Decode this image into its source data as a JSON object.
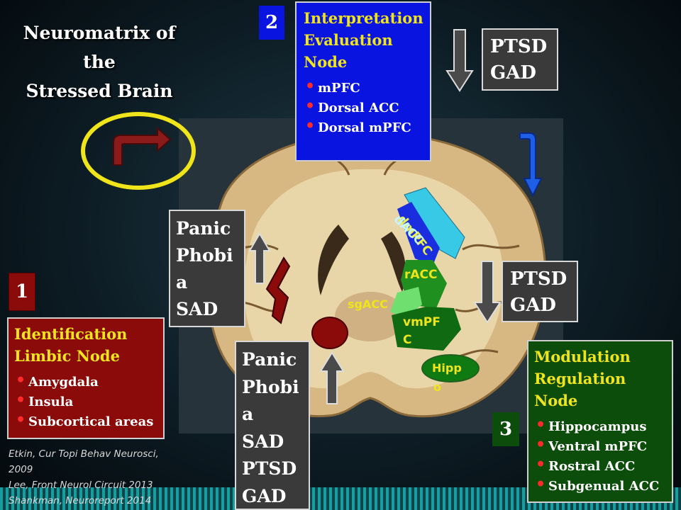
{
  "title": {
    "line1": "Neuromatrix of",
    "line2": "the",
    "line3": "Stressed Brain"
  },
  "node1": {
    "number": "1",
    "heading1": "Identification",
    "heading2": "Limbic Node",
    "items": [
      "Amygdala",
      "Insula",
      "Subcortical areas"
    ]
  },
  "node2": {
    "number": "2",
    "heading1": "Interpretation",
    "heading2": "Evaluation",
    "heading3": "Node",
    "items": [
      "mPFC",
      "Dorsal ACC",
      "Dorsal mPFC"
    ]
  },
  "node3": {
    "number": "3",
    "heading1": "Modulation",
    "heading2": "Regulation",
    "heading3": "Node",
    "items": [
      "Hippocampus",
      "Ventral mPFC",
      "Rostral ACC",
      "Subgenual ACC"
    ]
  },
  "label_top_right": {
    "line1": "PTSD",
    "line2": "GAD"
  },
  "label_mid_right": {
    "line1": "PTSD",
    "line2": "GAD"
  },
  "label_left": {
    "line1": "Panic",
    "line2": "Phobi",
    "line3": "a",
    "line4": "SAD"
  },
  "label_bottom": {
    "line1": "Panic",
    "line2": "Phobi",
    "line3": "a",
    "line4": "SAD",
    "line5": "PTSD",
    "line6": "GAD"
  },
  "regions": {
    "dmpfc": "dmPFC",
    "dacc": "dACC",
    "racc": "rACC",
    "sgacc": "sgACC",
    "vmpfc1": "vmPF",
    "vmpfc2": "C",
    "hippo1": "Hipp",
    "hippo2": "o"
  },
  "citations": [
    "Etkin, Cur Topi Behav Neurosci,",
    "2009",
    "Lee, Front Neurol Circuit 2013",
    "Shankman, Neuroreport 2014"
  ],
  "colors": {
    "node1": "#8b0a0a",
    "node2": "#0a14e0",
    "node3": "#0c4d0c",
    "ellipse": "#f0e41a",
    "blue_arrow": "#1f5fe6"
  }
}
